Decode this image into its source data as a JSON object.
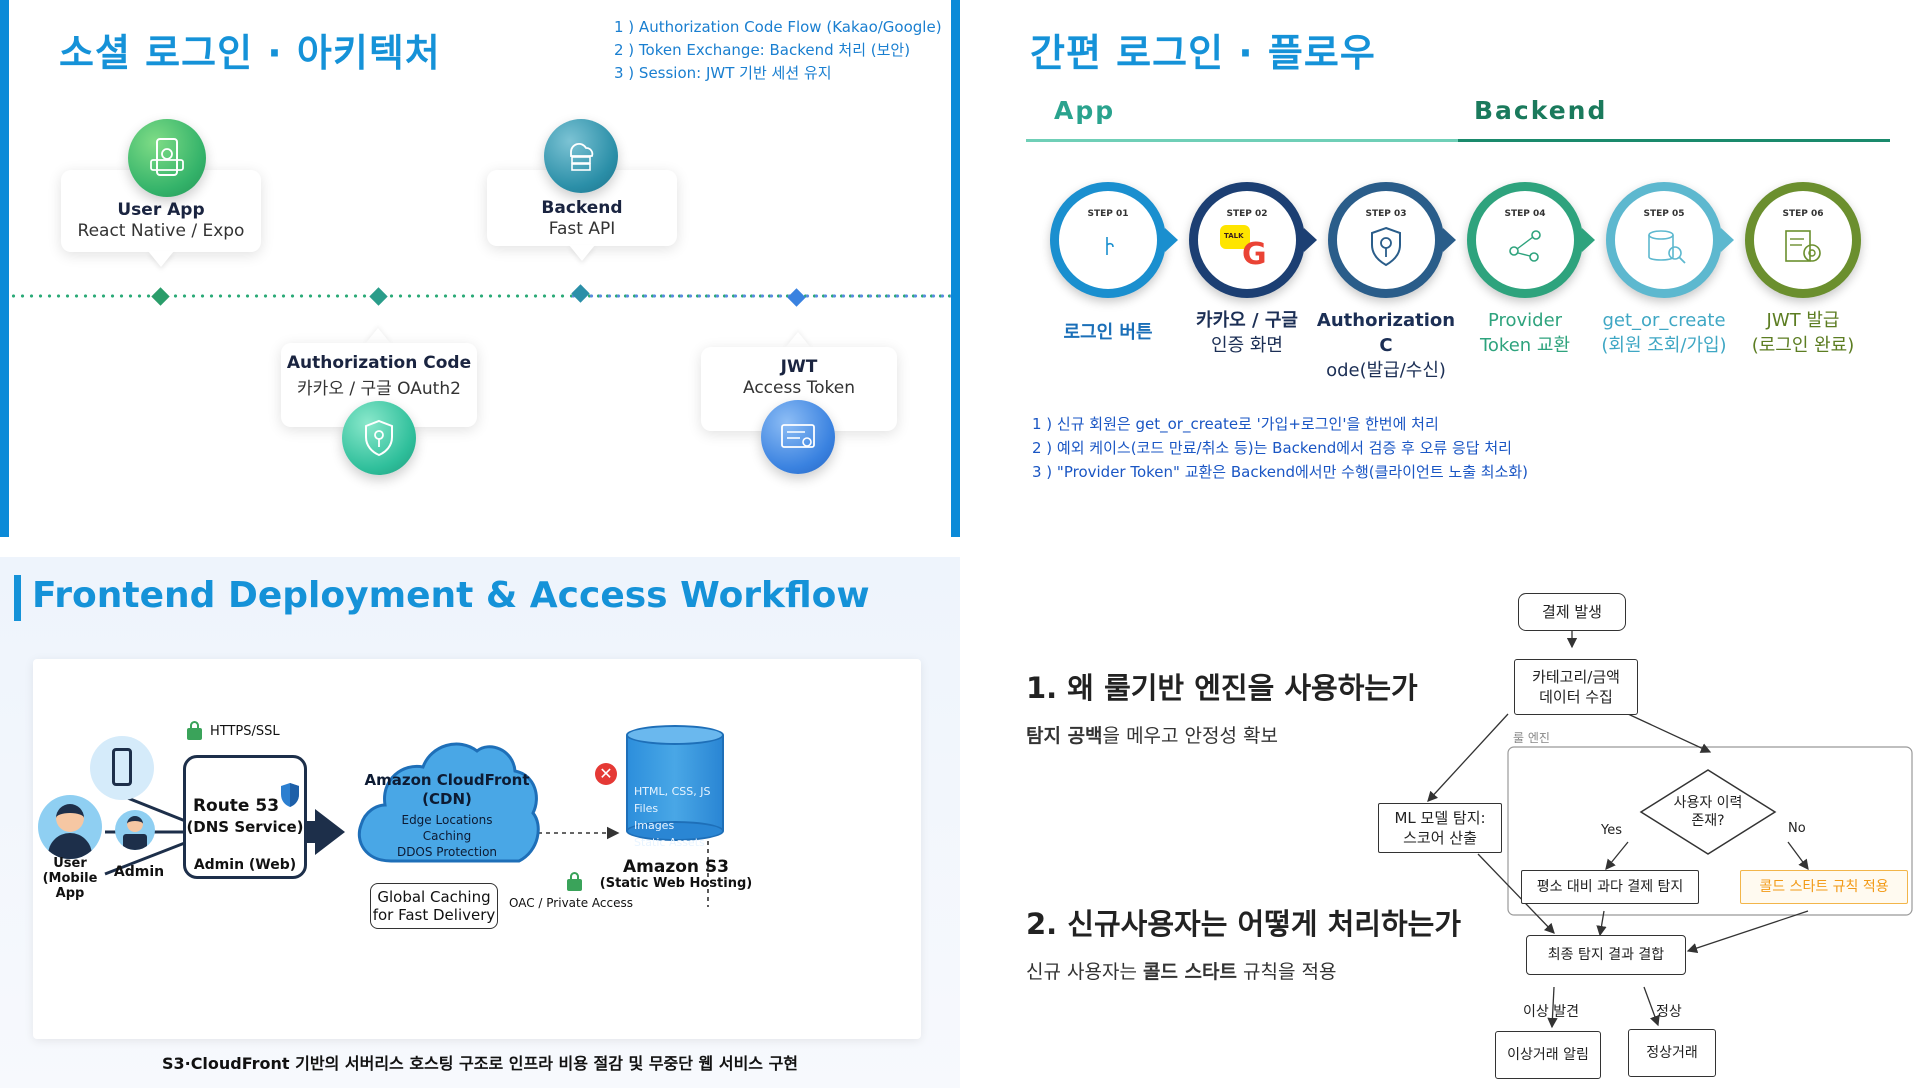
{
  "social_architecture": {
    "title": "소셜 로그인 · 아키텍처",
    "notes": [
      "1 ) Authorization Code Flow (Kakao/Google)",
      "2 ) Token Exchange: Backend 처리 (보안)",
      "3 ) Session: JWT 기반 세션 유지"
    ],
    "nodes": {
      "user_app": {
        "title": "User App",
        "sub": "React Native / Expo"
      },
      "backend": {
        "title": "Backend",
        "sub": "Fast API"
      },
      "auth_code": {
        "title": "Authorization Code",
        "sub": "카카오 / 구글 OAuth2"
      },
      "jwt": {
        "title": "JWT",
        "sub": "Access Token"
      }
    },
    "colors": {
      "green": "#34b36a",
      "teal": "#2b8fa8",
      "mint": "#2fbf9b",
      "blue": "#3a82e0"
    }
  },
  "simple_login_flow": {
    "title": "간편 로그인 · 플로우",
    "tabs": {
      "app": "App",
      "backend": "Backend"
    },
    "steps": [
      {
        "num": "STEP 01",
        "label_line1": "로그인 버튼",
        "label_line2": "",
        "color": "#1a8fcf"
      },
      {
        "num": "STEP 02",
        "label_line1": "카카오 / 구글",
        "label_line2": "인증 화면",
        "color": "#1c3f73"
      },
      {
        "num": "STEP 03",
        "label_line1": "Authorization C",
        "label_line2": "ode(발급/수신)",
        "color": "#2a5d8a"
      },
      {
        "num": "STEP 04",
        "label_line1": "Provider",
        "label_line2": "Token 교환",
        "color": "#2ea37d"
      },
      {
        "num": "STEP 05",
        "label_line1": "get_or_create",
        "label_line2": "(회원 조회/가입)",
        "color": "#5db8cf"
      },
      {
        "num": "STEP 06",
        "label_line1": "JWT 발급",
        "label_line2": "(로그인 완료)",
        "color": "#6b8f2e"
      }
    ],
    "kakao_badge": "TALK",
    "notes": [
      "1 ) 신규 회원은 get_or_create로 '가입+로그인'을 한번에 처리",
      "2 ) 예외 케이스(코드 만료/취소 등)는 Backend에서 검증 후 오류 응답 처리",
      "3 ) \"Provider Token\" 교환은 Backend에서만 수행(클라이언트 노출 최소화)"
    ]
  },
  "deployment": {
    "title": "Frontend Deployment & Access Workflow",
    "user_label": "User\n(Mobile App",
    "admin_label": "Admin",
    "https_label": "HTTPS/SSL",
    "route53_title": "Route 53",
    "route53_sub": "(DNS Service)",
    "admin_web": "Admin (Web)",
    "cloudfront_title": "Amazon CloudFront",
    "cloudfront_sub": "(CDN)",
    "cloudfront_features": [
      "Edge Locations",
      "Caching",
      "DDOS Protection"
    ],
    "caching_line1": "Global Caching",
    "caching_line2": "for Fast Delivery",
    "s3_contents": [
      "HTML, CSS, JS Files",
      "Images",
      "Static Assets"
    ],
    "s3_title": "Amazon S3",
    "s3_sub": "(Static Web Hosting)",
    "oac_label": "OAC / Private Access",
    "caption": "S3·CloudFront 기반의 서버리스 호스팅 구조로 인프라 비용 절감 및 무중단 웹 서비스 구현"
  },
  "rule_engine": {
    "q1_title": "1. 왜 룰기반 엔진을 사용하는가",
    "q1_bold": "탐지 공백",
    "q1_rest": "을 메우고 안정성 확보",
    "q2_title": "2. 신규사용자는 어떻게 처리하는가",
    "q2_pre": "신규 사용자는 ",
    "q2_bold": "콜드 스타트",
    "q2_rest": " 규칙을 적용",
    "flow": {
      "start": "결제 발생",
      "collect": "카테고리/금액\n데이터 수집",
      "rule_engine_label": "룰 엔진",
      "ml": "ML 모델 탐지:\n스코어 산출",
      "decision": "사용자 이력\n존재?",
      "yes": "Yes",
      "no": "No",
      "excess": "평소 대비 과다 결제 탐지",
      "cold": "콜드 스타트 규칙 적용",
      "combine": "최종 탐지 결과 결합",
      "anomaly_found": "이상 발견",
      "normal_label": "정상",
      "alert": "이상거래 알림",
      "normal_tx": "정상거래"
    }
  }
}
